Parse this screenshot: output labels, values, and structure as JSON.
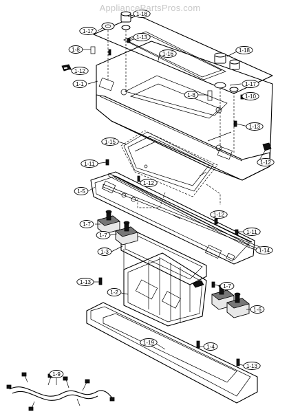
{
  "watermark": "AppliancePartsPros.com",
  "callouts": [
    {
      "id": "1-18-top",
      "text": "1-18"
    },
    {
      "id": "1-17-top",
      "text": "1-17"
    },
    {
      "id": "1-13-a",
      "text": "1-13"
    },
    {
      "id": "1-8-a",
      "text": "1-8"
    },
    {
      "id": "1-16",
      "text": "1-16"
    },
    {
      "id": "1-18-right",
      "text": "1-18"
    },
    {
      "id": "1-12-a",
      "text": "1-12"
    },
    {
      "id": "1-1",
      "text": "1-1"
    },
    {
      "id": "1-17-right",
      "text": "1-17"
    },
    {
      "id": "1-8-b",
      "text": "1-8"
    },
    {
      "id": "1-10",
      "text": "1-10"
    },
    {
      "id": "1-13-b",
      "text": "1-13"
    },
    {
      "id": "1-15",
      "text": "1-15"
    },
    {
      "id": "1-12-b",
      "text": "1-12"
    },
    {
      "id": "1-11-a",
      "text": "1-11"
    },
    {
      "id": "1-12-c",
      "text": "1-12"
    },
    {
      "id": "1-5",
      "text": "1-5"
    },
    {
      "id": "1-12-d",
      "text": "1-12"
    },
    {
      "id": "1-7-a",
      "text": "1-7"
    },
    {
      "id": "1-11-b",
      "text": "1-11"
    },
    {
      "id": "1-7-b",
      "text": "1-7"
    },
    {
      "id": "1-3",
      "text": "1-3"
    },
    {
      "id": "1-14",
      "text": "1-14"
    },
    {
      "id": "1-13-c",
      "text": "1-13"
    },
    {
      "id": "1-7-c",
      "text": "1-7"
    },
    {
      "id": "1-2",
      "text": "1-2"
    },
    {
      "id": "1-6",
      "text": "1-6"
    },
    {
      "id": "1-19",
      "text": "1-19"
    },
    {
      "id": "1-4",
      "text": "1-4"
    },
    {
      "id": "1-13-d",
      "text": "1-13"
    },
    {
      "id": "1-9",
      "text": "1-9"
    }
  ]
}
